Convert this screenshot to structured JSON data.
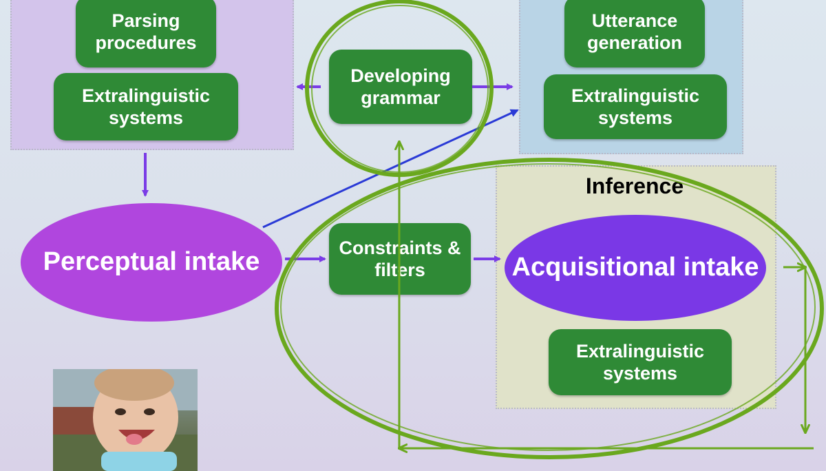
{
  "left_panel": {
    "parsing_label": "Parsing procedures",
    "extralinguistic_label": "Extralinguistic systems"
  },
  "center": {
    "grammar_label": "Developing grammar",
    "constraints_label": "Constraints & filters"
  },
  "right_panel": {
    "utterance_label": "Utterance generation",
    "extralinguistic_label": "Extralinguistic systems"
  },
  "perceptual_label": "Perceptual intake",
  "inference": {
    "title": "Inference",
    "acquisitional_label": "Acquisitional intake",
    "extralinguistic_label": "Extralinguistic systems"
  },
  "colors": {
    "green_box": "#2f8a36",
    "perceptual": "#b046de",
    "acquisitional": "#7a38e6",
    "arrow": "#7a3ce6",
    "loop": "#6aa81e"
  }
}
